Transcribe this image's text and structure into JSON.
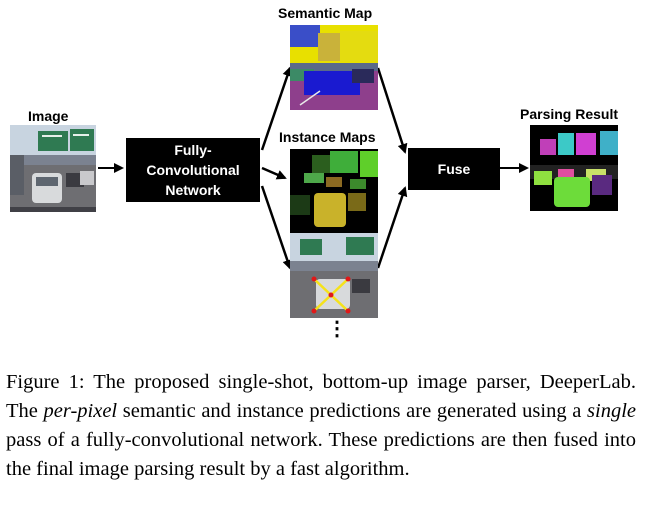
{
  "diagram": {
    "labels": {
      "image": "Image",
      "semantic_map": "Semantic Map",
      "instance_maps": "Instance Maps",
      "parsing_result": "Parsing Result"
    },
    "boxes": {
      "fcn_line1": "Fully-",
      "fcn_line2": "Convolutional",
      "fcn_line3": "Network",
      "fuse": "Fuse"
    },
    "ellipsis": "⋮",
    "colors": {
      "box_fill": "#000000",
      "arrow": "#000000",
      "semantic_yellow": "#e8e000",
      "semantic_purple": "#8e3f8c",
      "semantic_blue": "#1a1ad0",
      "instance_green": "#3fae3a",
      "instance_yellow": "#c9b22a",
      "regression_line": "#f5e21a",
      "regression_dot": "#e01818",
      "result_cyan": "#3cc9c7",
      "result_magenta": "#d03fd2",
      "result_green": "#6ddc3a"
    }
  },
  "caption": {
    "prefix": "Figure 1:  The proposed single-shot, bottom-up image parser, DeeperLab.  The ",
    "em1": "per-pixel",
    "mid1": " semantic and instance predictions are generated using a ",
    "em2": "single",
    "suffix": " pass of a fully-convolutional network.  These predictions are then fused into the final image parsing result by a fast algorithm."
  }
}
